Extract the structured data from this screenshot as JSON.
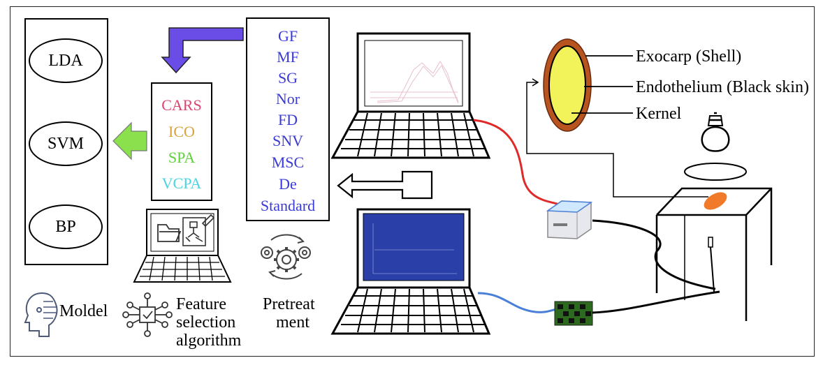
{
  "models": {
    "items": [
      "LDA",
      "SVM",
      "BP"
    ],
    "caption": "Moldel"
  },
  "feature_selection": {
    "items": [
      {
        "label": "CARS",
        "color": "#d9466f"
      },
      {
        "label": "ICO",
        "color": "#d8a23a"
      },
      {
        "label": "SPA",
        "color": "#5fd13a"
      },
      {
        "label": "VCPA",
        "color": "#4dd3e0"
      }
    ],
    "caption_line1": "Feature",
    "caption_line2": "selection",
    "caption_line3": "algorithm"
  },
  "pretreatment": {
    "items": [
      "GF",
      "MF",
      "SG",
      "Nor",
      "FD",
      "SNV",
      "MSC",
      "De",
      "Standard"
    ],
    "item_color": "#3a3ad6",
    "caption_line1": "Pretreat",
    "caption_line2": "ment"
  },
  "sample": {
    "labels": [
      "Exocarp (Shell)",
      "Endothelium (Black skin)",
      "Kernel"
    ],
    "shell_color": "#b8541f",
    "kernel_color": "#f2f25a"
  },
  "colors": {
    "arrow_blue": "#6a4ce6",
    "arrow_green": "#8be04e",
    "cable_red": "#e02a2a",
    "cable_blue": "#4a7fd8",
    "screen_blue": "#2a3fa8",
    "sample_orange": "#f07a2a"
  },
  "icons": [
    "head-circuit-icon",
    "network-check-icon",
    "gears-icon",
    "folder-icon",
    "flowchart-icon",
    "light-bulb-icon"
  ]
}
